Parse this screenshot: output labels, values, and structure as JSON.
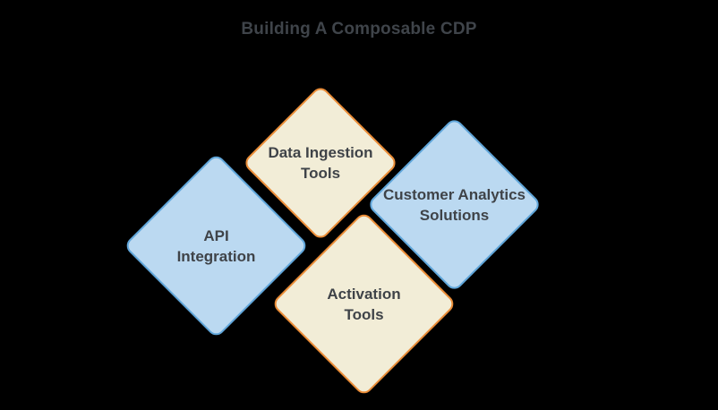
{
  "title": "Building A Composable CDP",
  "colors": {
    "background": "#000000",
    "title_text": "#3F444A",
    "node_text": "#3F4348",
    "cream_fill": "#F2EDD7",
    "cream_border": "#EA8C37",
    "blue_fill": "#BBD9F1",
    "blue_border": "#60A6DA"
  },
  "nodes": {
    "data_ingestion": {
      "line1": "Data Ingestion",
      "line2": "Tools",
      "fill": "#F2EDD7",
      "border": "#EA8C37"
    },
    "customer_analytics": {
      "line1": "Customer Analytics",
      "line2": "Solutions",
      "fill": "#BBD9F1",
      "border": "#60A6DA"
    },
    "api_integration": {
      "line1": "API",
      "line2": "Integration",
      "fill": "#BBD9F1",
      "border": "#60A6DA"
    },
    "activation": {
      "line1": "Activation",
      "line2": "Tools",
      "fill": "#F2EDD7",
      "border": "#EA8C37"
    }
  }
}
